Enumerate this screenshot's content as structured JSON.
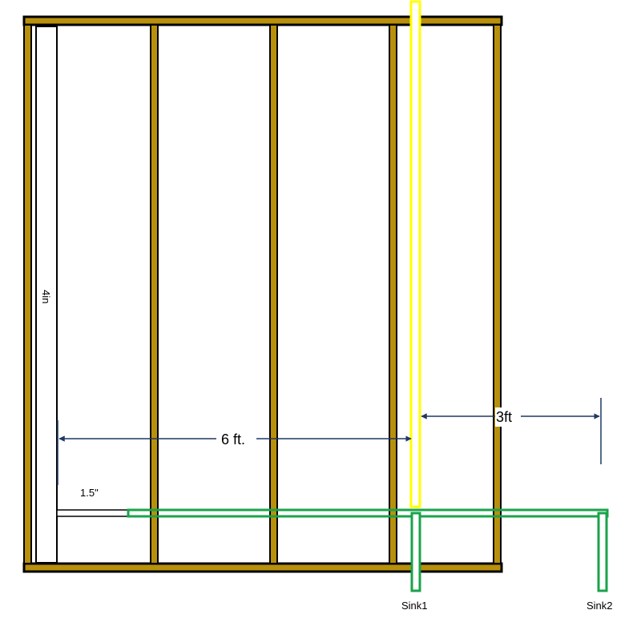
{
  "labels": {
    "vertical_pipe": "4in",
    "horizontal_pipe": "1.5\"",
    "dim_left": "6 ft.",
    "dim_right": "3ft",
    "sink1": "Sink1",
    "sink2": "Sink2"
  },
  "colors": {
    "stud_fill": "#b8900c",
    "stud_stroke": "#000000",
    "vent_pipe": "#ffff00",
    "drain_pipe": "#1aa34a",
    "dimension_line": "#1f3864",
    "waste_pipe_fill": "#ffffff"
  }
}
